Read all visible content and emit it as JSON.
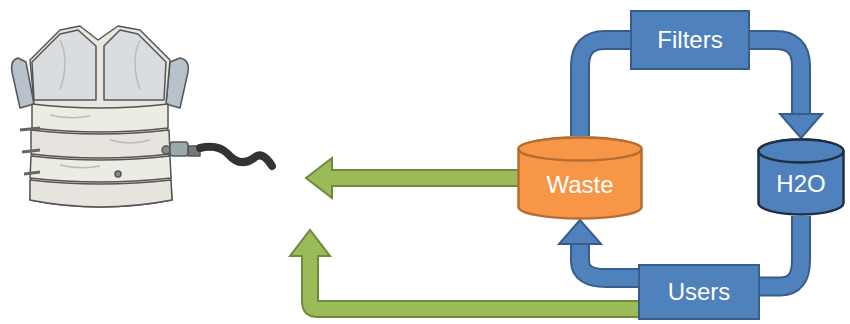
{
  "diagram": {
    "nodes": [
      {
        "text": [
          "Filters"
        ]
      },
      {
        "text": [
          "Waste"
        ]
      },
      {
        "text": [
          "H2O"
        ]
      },
      {
        "text": [
          "Users"
        ]
      }
    ],
    "edges": [
      {
        "from": 1,
        "to": 0,
        "arrow": "none"
      },
      {
        "from": 0,
        "to": 2,
        "arrow": "to"
      },
      {
        "from": 2,
        "to": 3,
        "arrow": "none"
      },
      {
        "from": 3,
        "to": 1,
        "arrow": "to"
      }
    ]
  }
}
